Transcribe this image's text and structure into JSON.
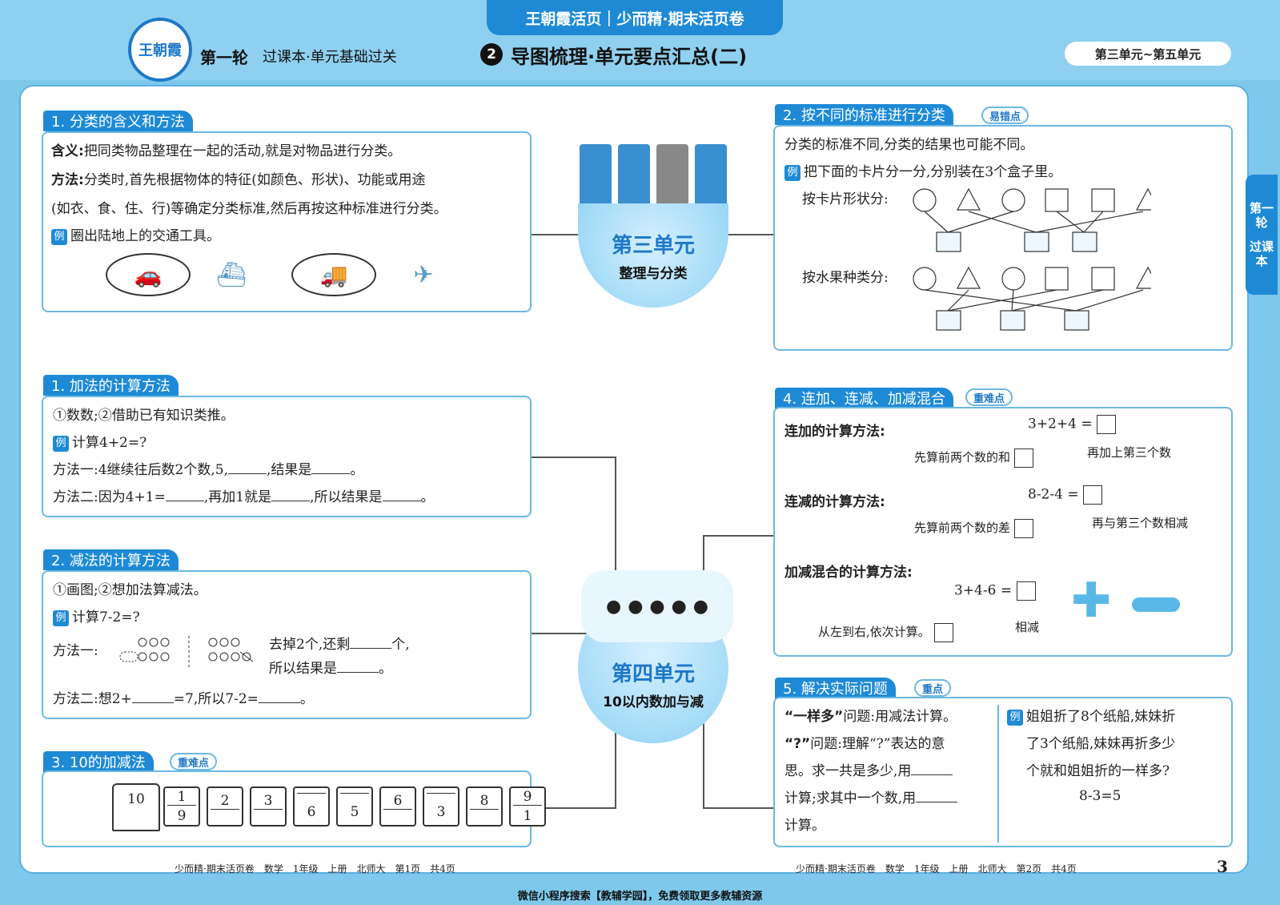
{
  "header": {
    "logo": "王朝霞",
    "round": "第一轮",
    "subtitle": "过课本·单元基础过关",
    "brand": "王朝霞活页｜少而精·期末活页卷",
    "section_num": "2",
    "title": "导图梳理·单元要点汇总(二)",
    "units": "第三单元~第五单元"
  },
  "side_tab": {
    "line1": "第一轮",
    "line2": "过课本"
  },
  "unit3": {
    "title": "第三单元",
    "subtitle": "整理与分类"
  },
  "unit4": {
    "title": "第四单元",
    "subtitle": "10以内数加与减"
  },
  "sec_classify_meaning": {
    "title": "1. 分类的含义和方法",
    "meaning_label": "含义:",
    "meaning_text": "把同类物品整理在一起的活动,就是对物品进行分类。",
    "method_label": "方法:",
    "method_text1": "分类时,首先根据物体的特征(如颜色、形状)、功能或用途",
    "method_text2": "(如衣、食、住、行)等确定分类标准,然后再按这种标准进行分类。",
    "example_icon": "例",
    "example_text": "圈出陆地上的交通工具。",
    "vehicles": [
      "car-icon",
      "ship-icon",
      "truck-icon",
      "plane-icon"
    ]
  },
  "sec_classify_standard": {
    "title": "2. 按不同的标准进行分类",
    "tag": "易错点",
    "line1": "分类的标准不同,分类的结果也可能不同。",
    "example_icon": "例",
    "example_text": "把下面的卡片分一分,分别装在3个盒子里。",
    "by_shape": "按卡片形状分:",
    "by_fruit": "按水果种类分:"
  },
  "sec_add": {
    "title": "1. 加法的计算方法",
    "line1": "①数数;②借助已有知识类推。",
    "example_icon": "例",
    "example_text": "计算4+2=?",
    "m1": "方法一:4继续往后数2个数,5,",
    "m1b": ",结果是",
    "m1c": "。",
    "m2": "方法二:因为4+1=",
    "m2b": ",再加1就是",
    "m2c": ",所以结果是",
    "m2d": "。"
  },
  "sec_sub": {
    "title": "2. 减法的计算方法",
    "line1": "①画图;②想加法算减法。",
    "example_icon": "例",
    "example_text": "计算7-2=?",
    "m1": "方法一:",
    "m1_text": "去掉2个,还剩",
    "m1_unit": "个,",
    "m1_text2": "所以结果是",
    "m1_end": "。",
    "m2": "方法二:想2+",
    "m2b": "=7,所以7-2=",
    "m2c": "。"
  },
  "sec_ten": {
    "title": "3. 10的加减法",
    "tag": "重难点",
    "engine": "10",
    "cars": [
      {
        "top": "1",
        "bottom": "9"
      },
      {
        "top": "2",
        "bottom": ""
      },
      {
        "top": "3",
        "bottom": ""
      },
      {
        "top": "",
        "bottom": "6"
      },
      {
        "top": "",
        "bottom": "5"
      },
      {
        "top": "6",
        "bottom": ""
      },
      {
        "top": "",
        "bottom": "3"
      },
      {
        "top": "8",
        "bottom": ""
      },
      {
        "top": "9",
        "bottom": "1"
      }
    ]
  },
  "sec_mixed": {
    "title": "4. 连加、连减、加减混合",
    "tag": "重难点",
    "add_label": "连加的计算方法:",
    "add_expr": "3+2+4 =",
    "add_first": "先算前两个数的和",
    "add_then": "再加上第三个数",
    "sub_label": "连减的计算方法:",
    "sub_expr": "8-2-4 =",
    "sub_first": "先算前两个数的差",
    "sub_then": "再与第三个数相减",
    "mix_label": "加减混合的计算方法:",
    "mix_expr": "3+4-6 =",
    "mix_order": "从左到右,依次计算。",
    "mix_then": "相减"
  },
  "sec_problem": {
    "title": "5. 解决实际问题",
    "tag": "重点",
    "same_label": "“一样多”",
    "same_text": "问题:用减法计算。",
    "q_label": "“?”",
    "q_text": "问题:理解“?”表达的意",
    "q_text2": "思。求一共是多少,用",
    "q_text3": "计算;求其中一个数,用",
    "q_text4": "计算。",
    "example_icon": "例",
    "ex1": "姐姐折了8个纸船,妹妹折",
    "ex2": "了3个纸船,妹妹再折多少",
    "ex3": "个就和姐姐折的一样多?",
    "ex4": "8-3=5"
  },
  "footer": {
    "left": "少而精·期末活页卷　数学　1年级　上册　北师大　第1页　共4页",
    "right": "少而精·期末活页卷　数学　1年级　上册　北师大　第2页　共4页",
    "page": "3",
    "bottom": "微信小程序搜索【教辅学园】，免费领取更多教辅资源"
  }
}
